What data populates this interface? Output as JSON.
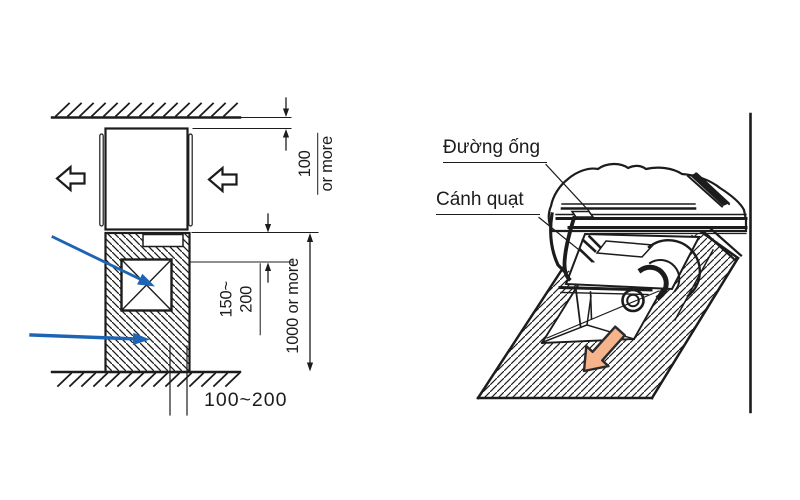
{
  "figure": {
    "left_diagram": {
      "dim_top_clearance_value": "100",
      "dim_top_clearance_qualifier": "or more",
      "dim_duct_position_line1": "150~",
      "dim_duct_position_line2": "200",
      "dim_floor_clearance": "1000 or more",
      "dim_wall_depth": "100~200"
    },
    "right_diagram": {
      "label_duct": "Đường ống",
      "label_fan": "Cánh quạt"
    },
    "colors": {
      "line": "#1c1c1c",
      "callout_blue": "#1e64b4",
      "airflow_orange_fill": "#f5b48c",
      "airflow_orange_stroke": "#2b2b2b"
    }
  }
}
